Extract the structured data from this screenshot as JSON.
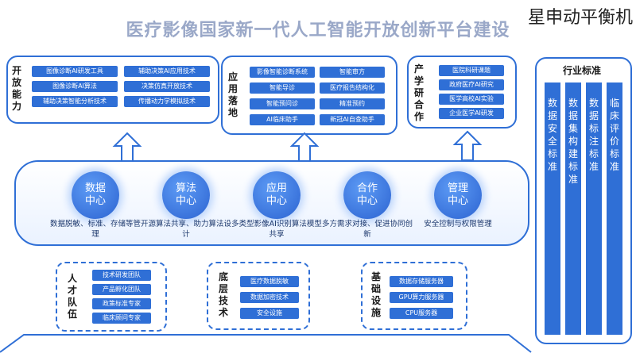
{
  "title": "医疗影像国家新一代人工智能开放创新平台建设",
  "watermark": "星申动平衡机",
  "open_capability": {
    "label": "开放能力",
    "items": [
      "图像诊断AI研发工具",
      "辅助决策AI应用技术",
      "图像诊断AI算法",
      "决策仿真开放技术",
      "辅助决策智能分析技术",
      "传播动力学模拟技术"
    ]
  },
  "application": {
    "label": "应用落地",
    "items": [
      "影像智能诊断系统",
      "智能审方",
      "智能导诊",
      "医疗报告结构化",
      "智能预问诊",
      "精准预约",
      "AI临床助手",
      "新冠AI自查助手"
    ]
  },
  "research": {
    "label": "产学研合作",
    "items": [
      "医院科研课题",
      "政府医疗AI研究",
      "医学高校AI实验",
      "企业医学AI研发"
    ]
  },
  "centers": [
    {
      "name": "数据中心",
      "desc": "数据脱敏、标准、存储等管理"
    },
    {
      "name": "算法中心",
      "desc": "开源算法共享、助力算法设计"
    },
    {
      "name": "应用中心",
      "desc": "多类型影像AI识别算法模型共享"
    },
    {
      "name": "合作中心",
      "desc": "多方需求对接、促进协同创新"
    },
    {
      "name": "管理中心",
      "desc": "安全控制与权限管理"
    }
  ],
  "talent": {
    "label": "人才队伍",
    "items": [
      "技术研发团队",
      "产品孵化团队",
      "政策标准专家",
      "临床顾问专家"
    ]
  },
  "tech": {
    "label": "底层技术",
    "items": [
      "医疗数据脱敏",
      "数据加密技术",
      "安全设施"
    ]
  },
  "infra": {
    "label": "基础设施",
    "items": [
      "数据存储服务器",
      "GPU算力服务器",
      "CPU服务器"
    ]
  },
  "standards": {
    "label": "行业标准",
    "items": [
      "数据安全标准",
      "数据集构建标准",
      "数据标注标准",
      "临床评价标准"
    ]
  },
  "colors": {
    "accent": "#2f6fd6",
    "glow": "#b9d3fb"
  }
}
